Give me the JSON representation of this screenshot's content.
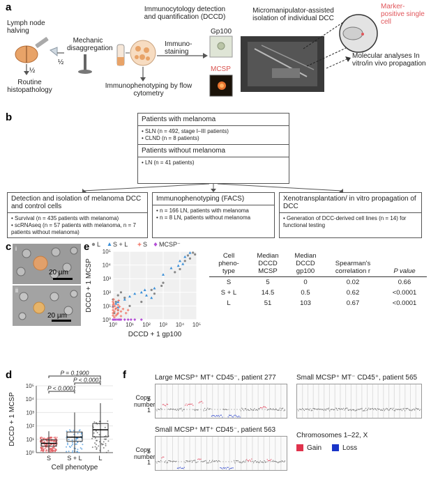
{
  "panel_a": {
    "letter": "a",
    "lymph_node_halving": "Lymph node halving",
    "half_right": "½",
    "half_down": "½",
    "routine_histopathology": "Routine histopathology",
    "mechanic_disaggregation": "Mechanic disaggregation",
    "dccd_title": "Immunocytology detection and quantification (DCCD)",
    "gp100": "Gp100",
    "mcsp": "MCSP",
    "immunostaining": "Immuno-staining",
    "immunophenotyping": "Immunophenotyping by flow cytometry",
    "micromanipulator": "Micromanipulator-assisted isolation of individual DCC",
    "marker_positive": "Marker-positive single cell",
    "molecular": "Molecular analyses In vitro/in vivo propagation",
    "colors": {
      "tissue": "#e8a368",
      "accent_red": "#e0555a",
      "mcsp_red": "#d9534f"
    }
  },
  "panel_b": {
    "letter": "b",
    "with_melanoma": "Patients with melanoma",
    "with_items": [
      "• SLN (n = 492, stage I–III patients)",
      "• CLND (n = 8 patients)"
    ],
    "without_melanoma": "Patients without melanoma",
    "without_items": [
      "• LN (n = 41 patients)"
    ],
    "col1_head": "Detection and isolation of melanoma DCC and control cells",
    "col1_items": [
      "• Survival (n = 435 patients with melanoma)",
      "• scRNAseq (n = 57 patients with melanoma, n = 7 patients without melanoma)"
    ],
    "col2_head": "Immunophenotyping (FACS)",
    "col2_items": [
      "• n = 166 LN, patients with melanoma",
      "• n = 8 LN, patients without melanoma"
    ],
    "col3_head": "Xenotransplantation/ in vitro propagation of DCC",
    "col3_items": [
      "• Generation of DCC-derived cell lines (n = 14) for functional testing"
    ]
  },
  "panel_c": {
    "letter": "c",
    "sub1": "i",
    "sub2": "ii",
    "scale1": "20 µm",
    "scale2": "20 µm"
  },
  "panel_e": {
    "letter": "e",
    "table": {
      "headers": [
        "Cell pheno-type",
        "Median DCCD MCSP",
        "Median DCCD gp100",
        "Spearman's correlation r",
        "P value"
      ],
      "rows": [
        [
          "S",
          "5",
          "0",
          "0.02",
          "0.66"
        ],
        [
          "S + L",
          "14.5",
          "0.5",
          "0.62",
          "<0.0001"
        ],
        [
          "L",
          "51",
          "103",
          "0.67",
          "<0.0001"
        ]
      ]
    }
  },
  "panel_d": {
    "letter": "d"
  },
  "panel_f": {
    "letter": "f",
    "k1_title": "Large MCSP⁺ MT⁺ CD45⁻, patient 277",
    "k2_title": "Small MCSP⁺ MT⁻ CD45⁺, patient 565",
    "k3_title": "Small MCSP⁺ MT⁺ CD45⁻, patient 563",
    "ylabel": "Copy number",
    "ticks": [
      "5",
      "1"
    ],
    "chromosomes": "Chromosomes 1–22, X",
    "gain": "Gain",
    "loss": "Loss",
    "gain_color": "#e0334c",
    "loss_color": "#1a35c8"
  },
  "chart_data": [
    {
      "type": "scatter",
      "xlabel": "DCCD + 1 gp100",
      "ylabel": "DCCD + 1 MCSP",
      "log_x": true,
      "log_y": true,
      "xlim": [
        1,
        100000
      ],
      "ylim": [
        1,
        100000
      ],
      "x_ticks": [
        "10⁰",
        "10¹",
        "10²",
        "10³",
        "10⁴",
        "10⁵"
      ],
      "y_ticks": [
        "10⁰",
        "10¹",
        "10²",
        "10³",
        "10⁴",
        "10⁵"
      ],
      "legend_placement": "top",
      "grid": true,
      "series": [
        {
          "name": "L",
          "color": "#888888",
          "marker": "circle",
          "points": [
            [
              1,
              30
            ],
            [
              2,
              60
            ],
            [
              1.5,
              20
            ],
            [
              3,
              100
            ],
            [
              50,
              20
            ],
            [
              200,
              150
            ],
            [
              1000,
              500
            ],
            [
              5000,
              3000
            ],
            [
              20000,
              20000
            ],
            [
              30000,
              50000
            ],
            [
              60000,
              80000
            ],
            [
              10000,
              5000
            ],
            [
              800,
              300
            ],
            [
              300,
              80
            ],
            [
              2,
              5
            ],
            [
              1.2,
              3
            ],
            [
              5,
              40
            ],
            [
              10,
              10
            ],
            [
              40000,
              30000
            ],
            [
              80000,
              60000
            ]
          ]
        },
        {
          "name": "S + L",
          "color": "#3a8fd8",
          "marker": "triangle",
          "points": [
            [
              1,
              10
            ],
            [
              2,
              20
            ],
            [
              5,
              30
            ],
            [
              10,
              50
            ],
            [
              20,
              80
            ],
            [
              50,
              100
            ],
            [
              100,
              60
            ],
            [
              300,
              200
            ],
            [
              1000,
              2000
            ],
            [
              3000,
              6000
            ],
            [
              10000,
              20000
            ],
            [
              20000,
              40000
            ],
            [
              40000,
              80000
            ],
            [
              2,
              8
            ],
            [
              1.5,
              15
            ],
            [
              200,
              40
            ],
            [
              80,
              150
            ],
            [
              8000,
              9000
            ],
            [
              15000,
              12000
            ]
          ]
        },
        {
          "name": "S",
          "color": "#f07060",
          "marker": "cross",
          "points": [
            [
              1,
              3
            ],
            [
              1,
              5
            ],
            [
              1,
              8
            ],
            [
              1,
              12
            ],
            [
              1.2,
              4
            ],
            [
              1.4,
              6
            ],
            [
              1.5,
              2
            ],
            [
              2,
              3
            ],
            [
              2,
              5
            ],
            [
              2.5,
              9
            ],
            [
              3,
              4
            ],
            [
              1,
              20
            ],
            [
              1.1,
              15
            ],
            [
              1.3,
              10
            ],
            [
              1.6,
              7
            ],
            [
              2,
              12
            ],
            [
              4,
              6
            ],
            [
              6,
              3
            ],
            [
              8,
              5
            ],
            [
              1,
              2
            ],
            [
              1.2,
              1.5
            ],
            [
              1.8,
              2.5
            ],
            [
              3,
              1.8
            ],
            [
              1.1,
              30
            ],
            [
              2.2,
              25
            ]
          ]
        },
        {
          "name": "MCSP⁻",
          "color": "#b44fd6",
          "marker": "diamond",
          "points": [
            [
              1,
              1
            ],
            [
              1.5,
              1
            ],
            [
              2,
              1
            ],
            [
              3,
              1
            ],
            [
              5,
              1
            ],
            [
              8,
              1
            ],
            [
              12,
              1
            ],
            [
              20,
              1
            ],
            [
              50,
              1
            ],
            [
              1.2,
              1
            ],
            [
              2.5,
              1
            ]
          ]
        }
      ]
    },
    {
      "type": "box",
      "xlabel": "Cell phenotype",
      "ylabel": "DCCD + 1 MCSP",
      "log_y": true,
      "ylim": [
        1,
        100000
      ],
      "y_ticks": [
        "10⁰",
        "10¹",
        "10²",
        "10³",
        "10⁴",
        "10⁵"
      ],
      "categories": [
        "S",
        "S + L",
        "L"
      ],
      "colors": [
        "#e0555a",
        "#3a8fd8",
        "#555555"
      ],
      "boxes": [
        {
          "q1": 3,
          "median": 5,
          "q3": 9,
          "whisker_low": 1,
          "whisker_high": 40
        },
        {
          "q1": 7,
          "median": 14.5,
          "q3": 35,
          "whisker_low": 1,
          "whisker_high": 1000
        },
        {
          "q1": 15,
          "median": 51,
          "q3": 150,
          "whisker_low": 1,
          "whisker_high": 5000
        }
      ],
      "annotations": [
        "P = 0.1900",
        "P < 0.0001",
        "P < 0.0001"
      ]
    }
  ]
}
